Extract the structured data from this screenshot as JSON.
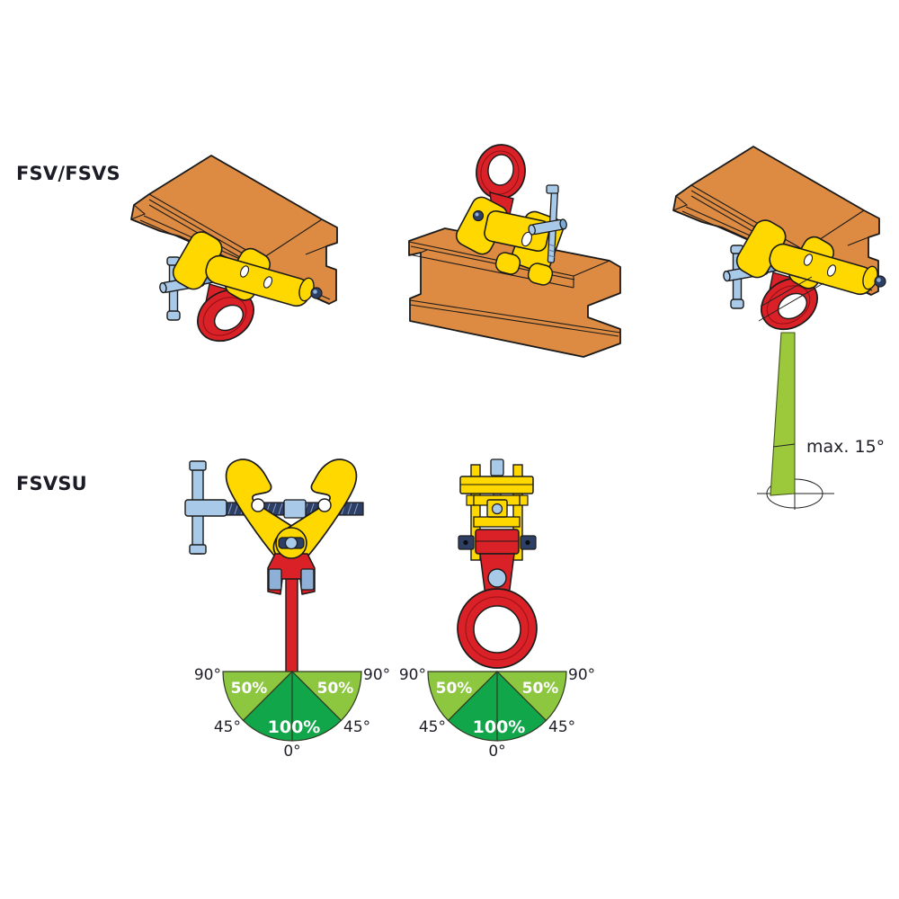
{
  "sections": {
    "fsv_fsvs": {
      "label": "FSV/FSVS"
    },
    "fsvsu": {
      "label": "FSVSU"
    }
  },
  "annotations": {
    "max_angle": "max. 15°"
  },
  "load_fan": {
    "deg_90": "90°",
    "deg_45": "45°",
    "deg_0": "0°",
    "side_capacity": "50%",
    "center_capacity": "100%",
    "sectors": [
      {
        "angle_range": "0°–45°",
        "capacity": "100%",
        "color": "#11A64A"
      },
      {
        "angle_range": "45°–90°",
        "capacity": "50%",
        "color": "#8DC63F"
      }
    ]
  },
  "colors": {
    "beam_orange": "#DD8B42",
    "clamp_yellow": "#FFD800",
    "ring_red": "#D92127",
    "handle_blue": "#A9C9E9",
    "thread_dark": "#2E3F66",
    "green_light": "#8DC63F",
    "green_dark": "#11A64A",
    "sway_cone": "#9CC93C",
    "outline": "#1A1A1A"
  }
}
